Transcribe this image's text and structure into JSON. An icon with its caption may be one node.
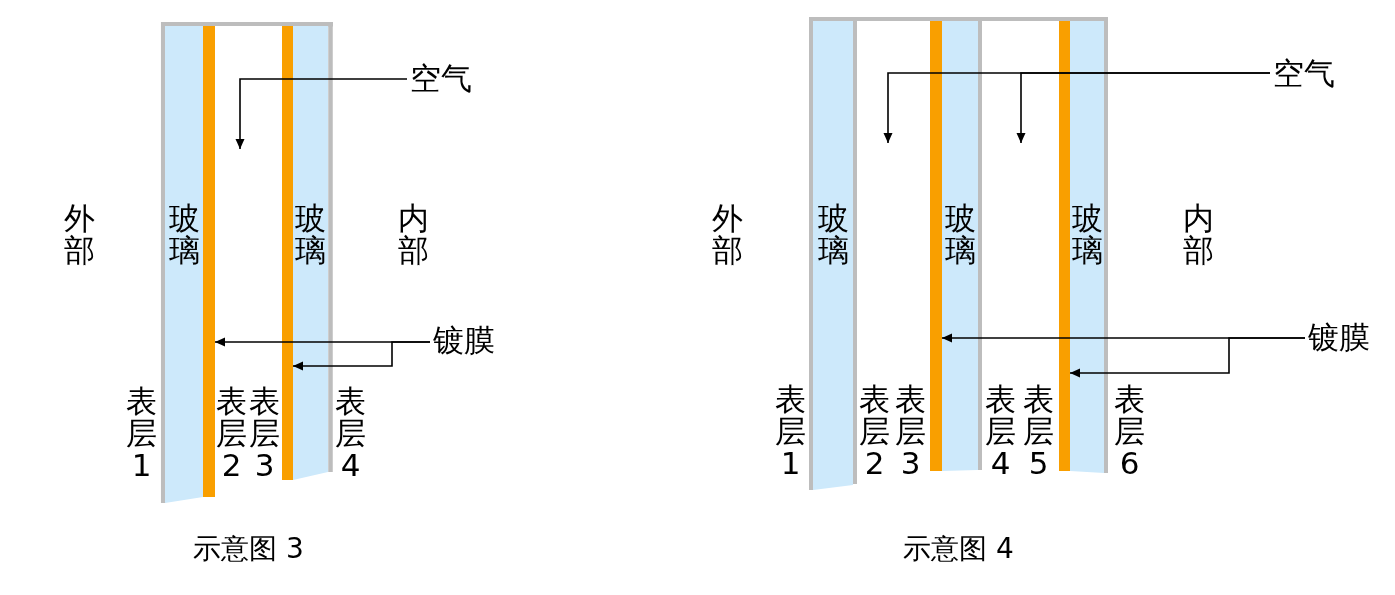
{
  "diagram": {
    "nodes": [
      {
        "text": [
          "玻璃"
        ]
      },
      {
        "text": [],
        "shape": "bar"
      },
      {
        "text": [],
        "shape": "box"
      },
      {
        "text": [],
        "shape": "bar"
      },
      {
        "text": [
          "玻璃"
        ]
      },
      {
        "text": [
          "空气"
        ]
      },
      {
        "text": [
          "镀膜"
        ]
      },
      {
        "text": [
          "玻璃"
        ]
      },
      {
        "text": [],
        "shape": "box"
      },
      {
        "text": [],
        "shape": "bar"
      },
      {
        "text": [
          "玻璃"
        ]
      },
      {
        "text": [],
        "shape": "box"
      },
      {
        "text": [],
        "shape": "bar"
      },
      {
        "text": [
          "玻璃"
        ]
      },
      {
        "text": [
          "空气"
        ]
      },
      {
        "text": [
          "镀膜"
        ]
      }
    ],
    "edges": [
      {
        "from": 5,
        "to": 2,
        "arrow": "to"
      },
      {
        "from": 6,
        "to": 1,
        "arrow": "to"
      },
      {
        "from": 6,
        "to": 3,
        "arrow": "to"
      },
      {
        "from": 14,
        "to": 8,
        "arrow": "to"
      },
      {
        "from": 14,
        "to": 11,
        "arrow": "to"
      },
      {
        "from": 15,
        "to": 9,
        "arrow": "to"
      },
      {
        "from": 15,
        "to": 12,
        "arrow": "to"
      }
    ],
    "labels": [
      "外部",
      "内部",
      "表层1",
      "表层2",
      "表层3",
      "表层4",
      "示意图 3",
      "外部",
      "内部",
      "表层1",
      "表层2",
      "表层3",
      "表层4",
      "表层5",
      "表层6",
      "示意图 4"
    ]
  }
}
